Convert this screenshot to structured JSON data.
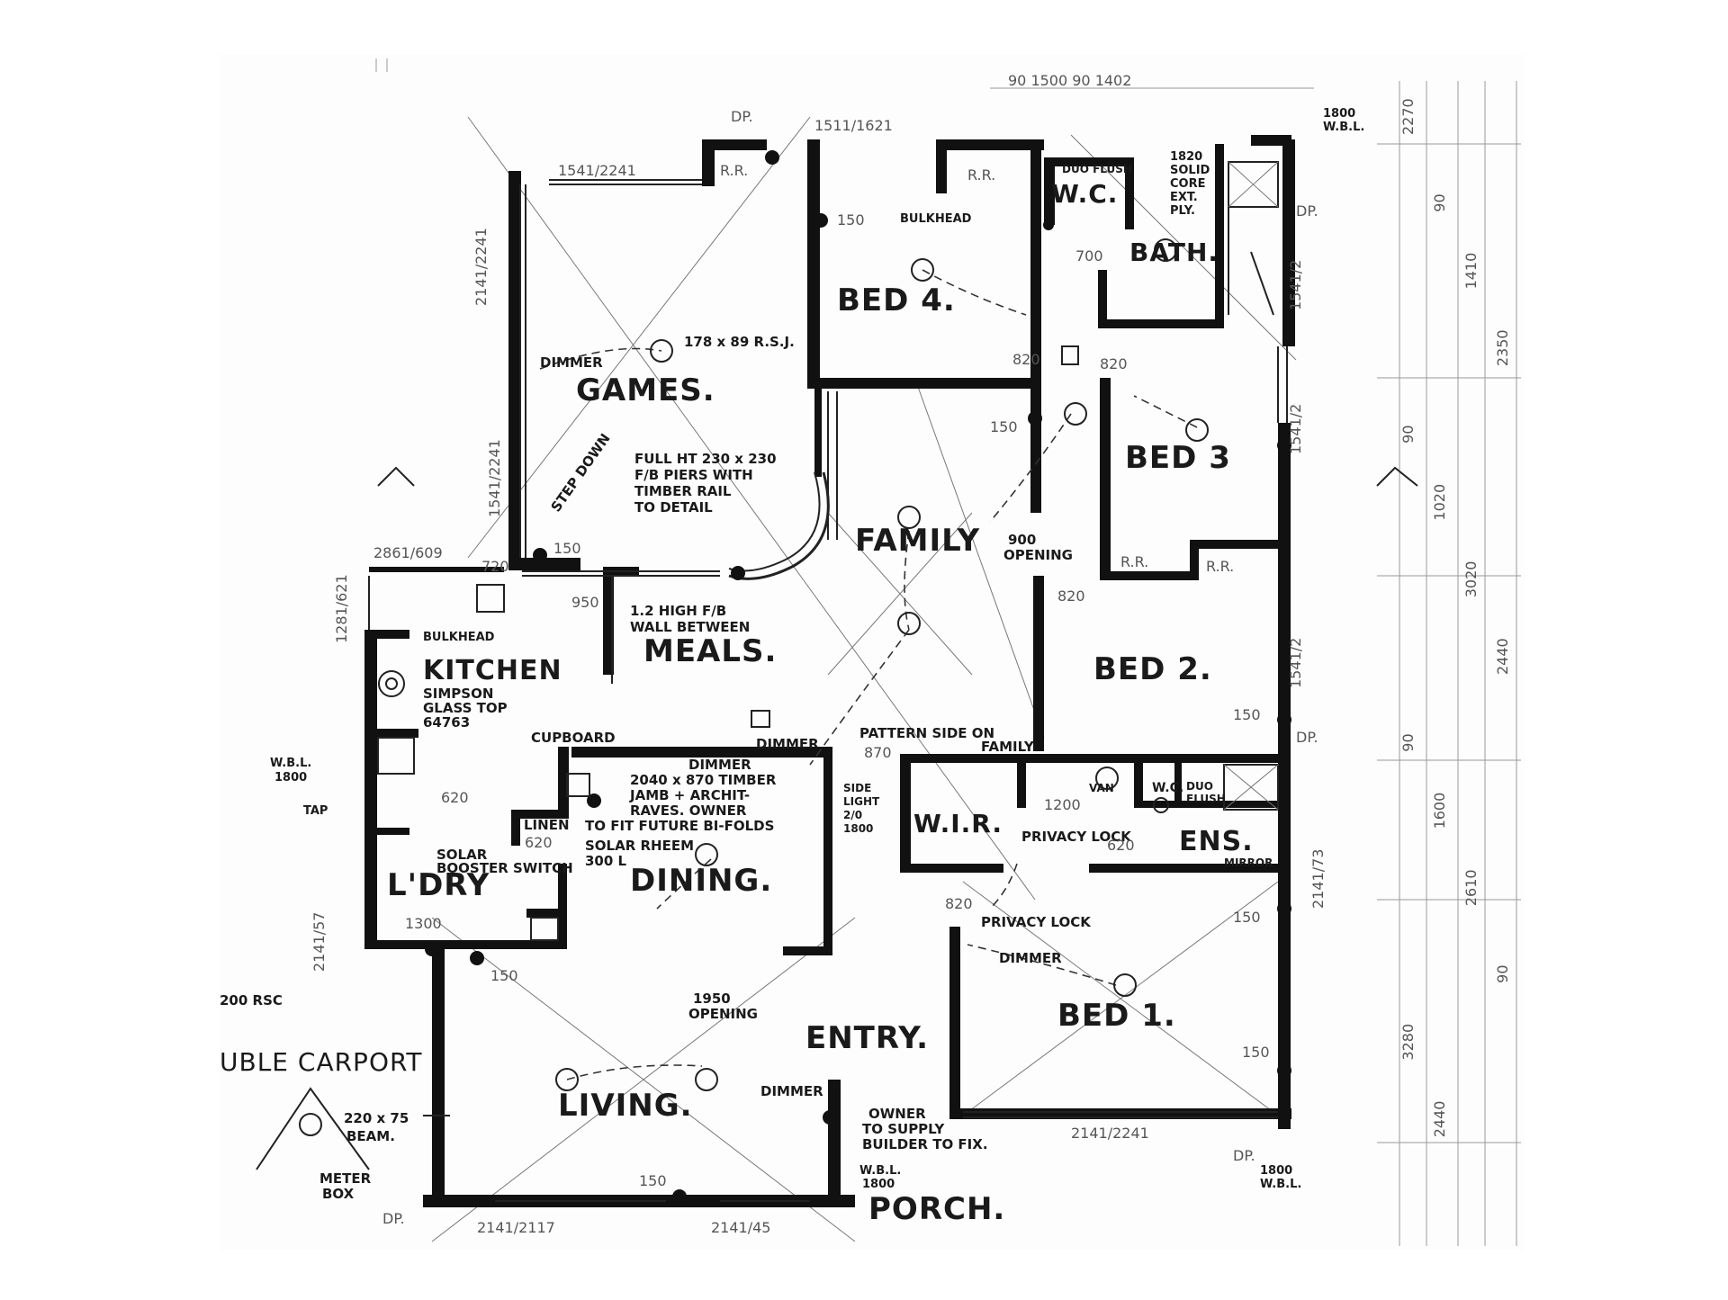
{
  "rooms": {
    "games": "GAMES.",
    "bed4": "BED 4.",
    "wc_top": "W.C.",
    "bath": "BATH.",
    "bed3": "BED 3",
    "family": "FAMILY",
    "meals": "MEALS.",
    "kitchen": "KITCHEN",
    "bed2": "BED 2.",
    "wir": "W.I.R.",
    "ens": "ENS.",
    "dining": "DINING.",
    "ldry": "L'DRY",
    "bed1": "BED 1.",
    "entry": "ENTRY.",
    "living": "LIVING.",
    "porch": "PORCH.",
    "carport": "UBLE CARPORT"
  },
  "notes": {
    "rsj": "178 x 89 R.S.J.",
    "dimmer_games": "DIMMER",
    "piers": [
      "FULL HT 230 x 230",
      "F/B PIERS WITH",
      "TIMBER RAIL",
      "TO DETAIL"
    ],
    "step_down": "STEP DOWN",
    "high_wall": [
      "1.2 HIGH F/B",
      "WALL BETWEEN"
    ],
    "simpson": [
      "SIMPSON",
      "GLASS TOP",
      "64763"
    ],
    "cupboard": "CUPBOARD",
    "dimmer_dining": "DIMMER",
    "timber_jamb": [
      "2040 x 870 TIMBER",
      "JAMB + ARCHIT-",
      "RAVES. OWNER",
      "TO FIT FUTURE BI-FOLDS"
    ],
    "pattern_side": [
      "PATTERN SIDE ON",
      "FAMILY"
    ],
    "dimmer_family": "DIMMER",
    "solar": [
      "SOLAR RHEEM",
      "300 L"
    ],
    "solar_booster": [
      "SOLAR",
      "BOOSTER SWITCH"
    ],
    "linen": "LINEN",
    "privacy_lock_wir": "PRIVACY LOCK",
    "privacy_lock_bed1": "PRIVACY LOCK",
    "dimmer_bed1": "DIMMER",
    "opening_1950": [
      "1950",
      "OPENING"
    ],
    "opening_family": [
      "900",
      "OPENING"
    ],
    "dimmer_living": "DIMMER",
    "owner_supply": [
      "OWNER",
      "TO SUPPLY",
      "BUILDER TO FIX."
    ],
    "beam": [
      "220 x 75",
      "BEAM."
    ],
    "meter_box": [
      "METER",
      "BOX"
    ],
    "rsc": "200 RSC",
    "duo_flush_top": "DUO FLUSH",
    "solid_core": [
      "1820",
      "SOLID",
      "CORE",
      "EXT.",
      "PLY."
    ],
    "bulkhead_bed4": "BULKHEAD",
    "bulkhead_kitchen": "BULKHEAD",
    "wc_ens": "W.C.",
    "duo_flush_ens": [
      "DUO",
      "FLUSH"
    ],
    "vanity": "VAN",
    "mirror": "MIRROR",
    "wbl_top_right": [
      "1800",
      "W.B.L."
    ],
    "wbl_bottom_right": [
      "1800",
      "W.B.L."
    ],
    "wbl_left": [
      "W.B.L.",
      "1800"
    ],
    "wbl_porch": [
      "W.B.L.",
      "1800"
    ],
    "tap": "TAP",
    "slider_sides": [
      "SIDE",
      "LIGHT",
      "2/0",
      "1800"
    ]
  },
  "dimensions": {
    "top_window": "1511/1621",
    "games_window": "1541/2241",
    "games_side": "2141/2241",
    "games_lower": "1541/2241",
    "kitchen_window": "2861/609",
    "kitchen_side": "1281/621",
    "bath_window": "1541/2",
    "bed3_window": "1541/2",
    "bed2_window": "1541/2",
    "ens_window": "2141/73",
    "bed1_window": "2141/2241",
    "living_window_left": "2141/2117",
    "living_window_right": "2141/45",
    "ldry_side": "2141/57",
    "top_dims": "90 1500 90 1402",
    "rr_top": "R.R.",
    "rr_bed4": "R.R.",
    "rr_bed3_a": "R.R.",
    "rr_bed3_b": "R.R.",
    "n150_a": "150",
    "n150_b": "150",
    "n150_c": "150",
    "n150_d": "150",
    "n150_e": "150",
    "n150_f": "150",
    "n150_g": "150",
    "n150_h": "150",
    "n820_a": "820",
    "n820_b": "820",
    "n820_c": "820",
    "n820_d": "820",
    "n870": "870",
    "n950": "950",
    "n1300": "1300",
    "n1200": "1200",
    "n620_a": "620",
    "n620_b": "620",
    "n620_c": "620",
    "n720": "720",
    "n700": "700",
    "dp_labels": [
      "DP.",
      "DP.",
      "DP.",
      "DP.",
      "DP."
    ],
    "right_dims": [
      "2270",
      "90",
      "1410",
      "2350",
      "90",
      "1020",
      "3020",
      "2440",
      "90",
      "1600",
      "2610",
      "90",
      "3280",
      "2440"
    ]
  }
}
